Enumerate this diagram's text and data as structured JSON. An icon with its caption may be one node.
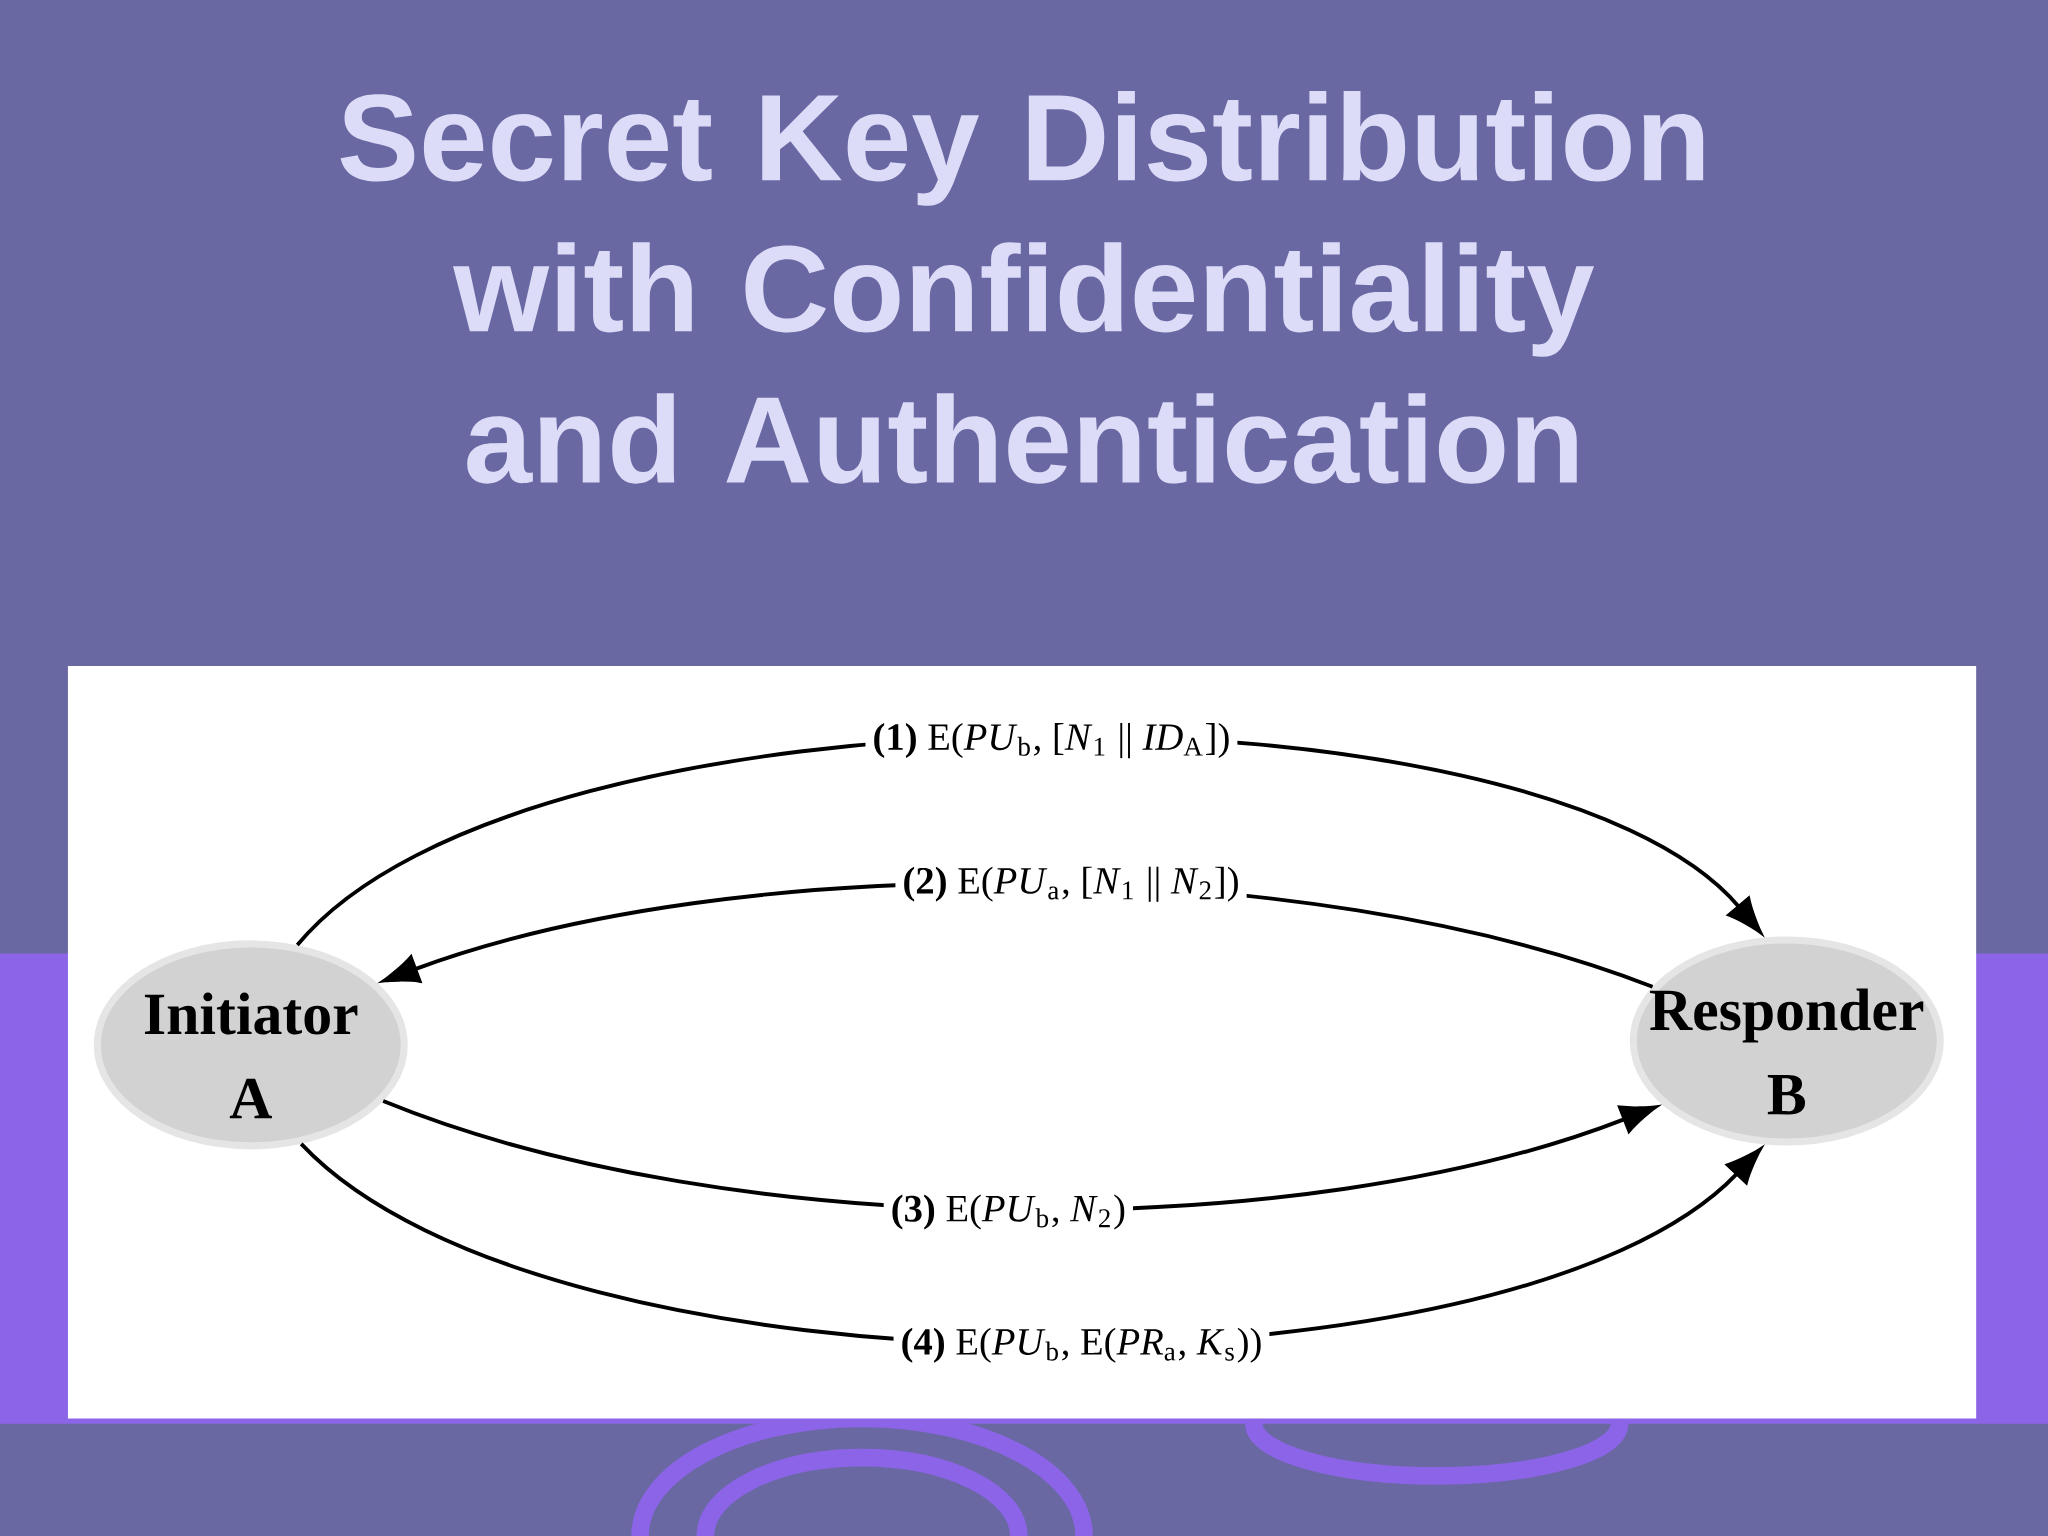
{
  "diagram": {
    "title": "Secret Key Distribution with Confidentiality and Authentication",
    "nodes": [
      {
        "text": [
          "Initiator A"
        ]
      },
      {
        "text": [
          "Responder B"
        ]
      }
    ],
    "edges": [
      {
        "from": 0,
        "to": 1,
        "arrow": "to",
        "label": "**(1)** E(*PU*$_{b}$, [*N*$_{1}$ || *ID*$_{A}$])"
      },
      {
        "from": 1,
        "to": 0,
        "arrow": "to",
        "label": "**(2)** E(*PU*$_{a}$, [*N*$_{1}$ || *N*$_{2}$])"
      },
      {
        "from": 0,
        "to": 1,
        "arrow": "to",
        "label": "**(3)** E(*PU*$_{b}$, *N*$_{2}$)"
      },
      {
        "from": 0,
        "to": 1,
        "arrow": "to",
        "label": "**(4)** E(*PU*$_{b}$, E(*PR*$_{a}$, *K*$_{s}$))"
      }
    ]
  }
}
